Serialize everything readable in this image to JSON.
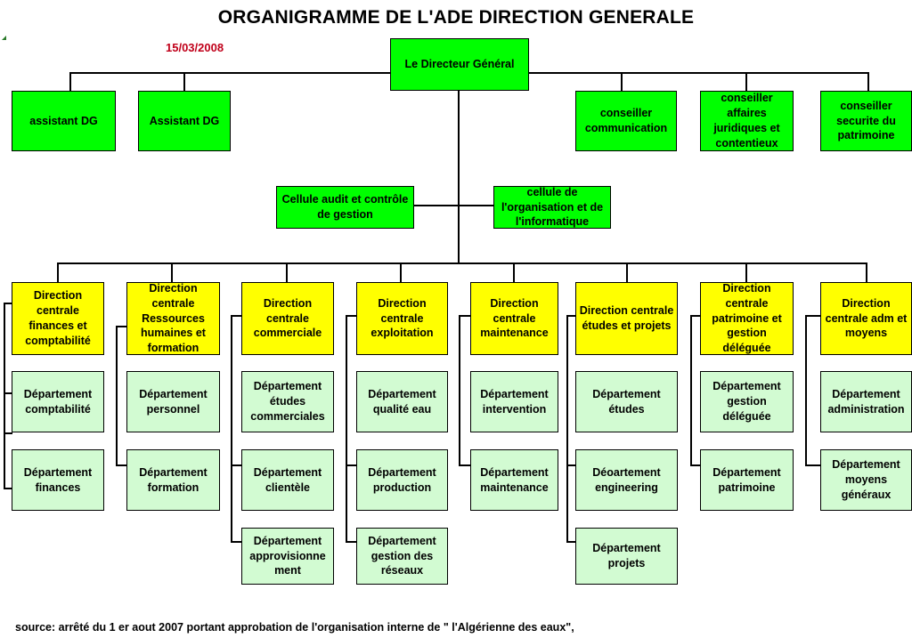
{
  "title": "ORGANIGRAMME DE L'ADE DIRECTION GENERALE",
  "date": "15/03/2008",
  "director": "Le Directeur Général",
  "advisors": {
    "assistant_1": "assistant DG",
    "assistant_2": "Assistant DG",
    "communication": "conseiller communication",
    "juridique": "conseiller affaires juridiques et contentieux",
    "securite": "conseiller securite du patrimoine"
  },
  "cells": {
    "audit": "Cellule audit et contrôle de gestion",
    "organisation": "cellule de l'organisation et de l'informatique"
  },
  "directions": {
    "finances": "Direction centrale finances et comptabilité",
    "rh": "Direction centrale Ressources humaines et formation",
    "commerciale": "Direction centrale commerciale",
    "exploitation": "Direction centrale exploitation",
    "maintenance": "Direction centrale maintenance",
    "etudes": "Direction centrale études et projets",
    "patrimoine": "Direction centrale patrimoine et gestion déléguée",
    "adm": "Direction centrale adm et moyens"
  },
  "departments": {
    "comptabilite": "Département comptabilité",
    "finances": "Département finances",
    "personnel": "Département personnel",
    "formation": "Département formation",
    "etudes_commerciales": "Département études commerciales",
    "clientele": "Département clientèle",
    "approvisionnement": "Département approvisionne ment",
    "qualite_eau": "Département qualité eau",
    "production": "Département production",
    "gestion_reseaux": "Département gestion des réseaux",
    "intervention": "Département intervention",
    "maintenance": "Département maintenance",
    "etudes": "Département études",
    "engineering": "Déoartement engineering",
    "projets": "Département projets",
    "gestion_deleguee": "Département gestion déléguée",
    "patrimoine": "Département patrimoine",
    "administration": "Département administration",
    "moyens_generaux": "Département moyens généraux"
  },
  "source": "source: arrêté du 1 er aout 2007 portant approbation de l'organisation interne de \" l'Algérienne des eaux\","
}
